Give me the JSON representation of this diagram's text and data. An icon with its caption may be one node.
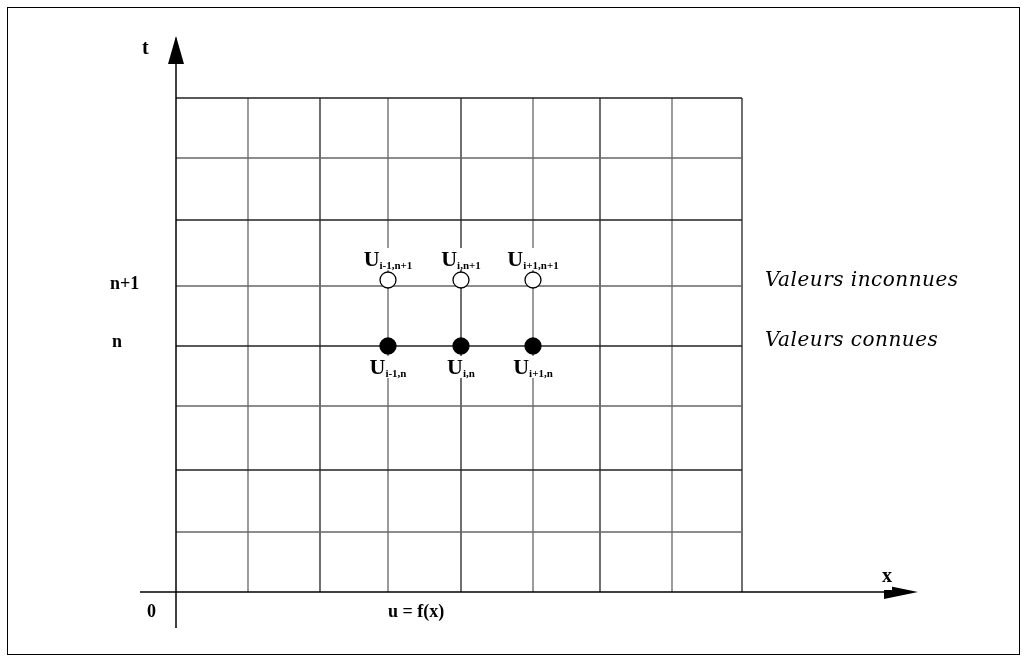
{
  "diagram": {
    "nodes": [
      {
        "text": [
          "U$_{i-1,n+1}$"
        ]
      },
      {
        "text": [
          "U$_{i,n+1}$"
        ]
      },
      {
        "text": [
          "U$_{i+1,n+1}$"
        ]
      },
      {
        "text": [
          "U$_{i-1,n}$"
        ]
      },
      {
        "text": [
          "U$_{i,n}$"
        ]
      },
      {
        "text": [
          "U$_{i+1,n}$"
        ]
      }
    ],
    "edges": [],
    "labels": [
      "t",
      "n+1",
      "n",
      "0",
      "x",
      "u = f(x)",
      "Valeurs inconnues",
      "Valeurs connues"
    ]
  }
}
